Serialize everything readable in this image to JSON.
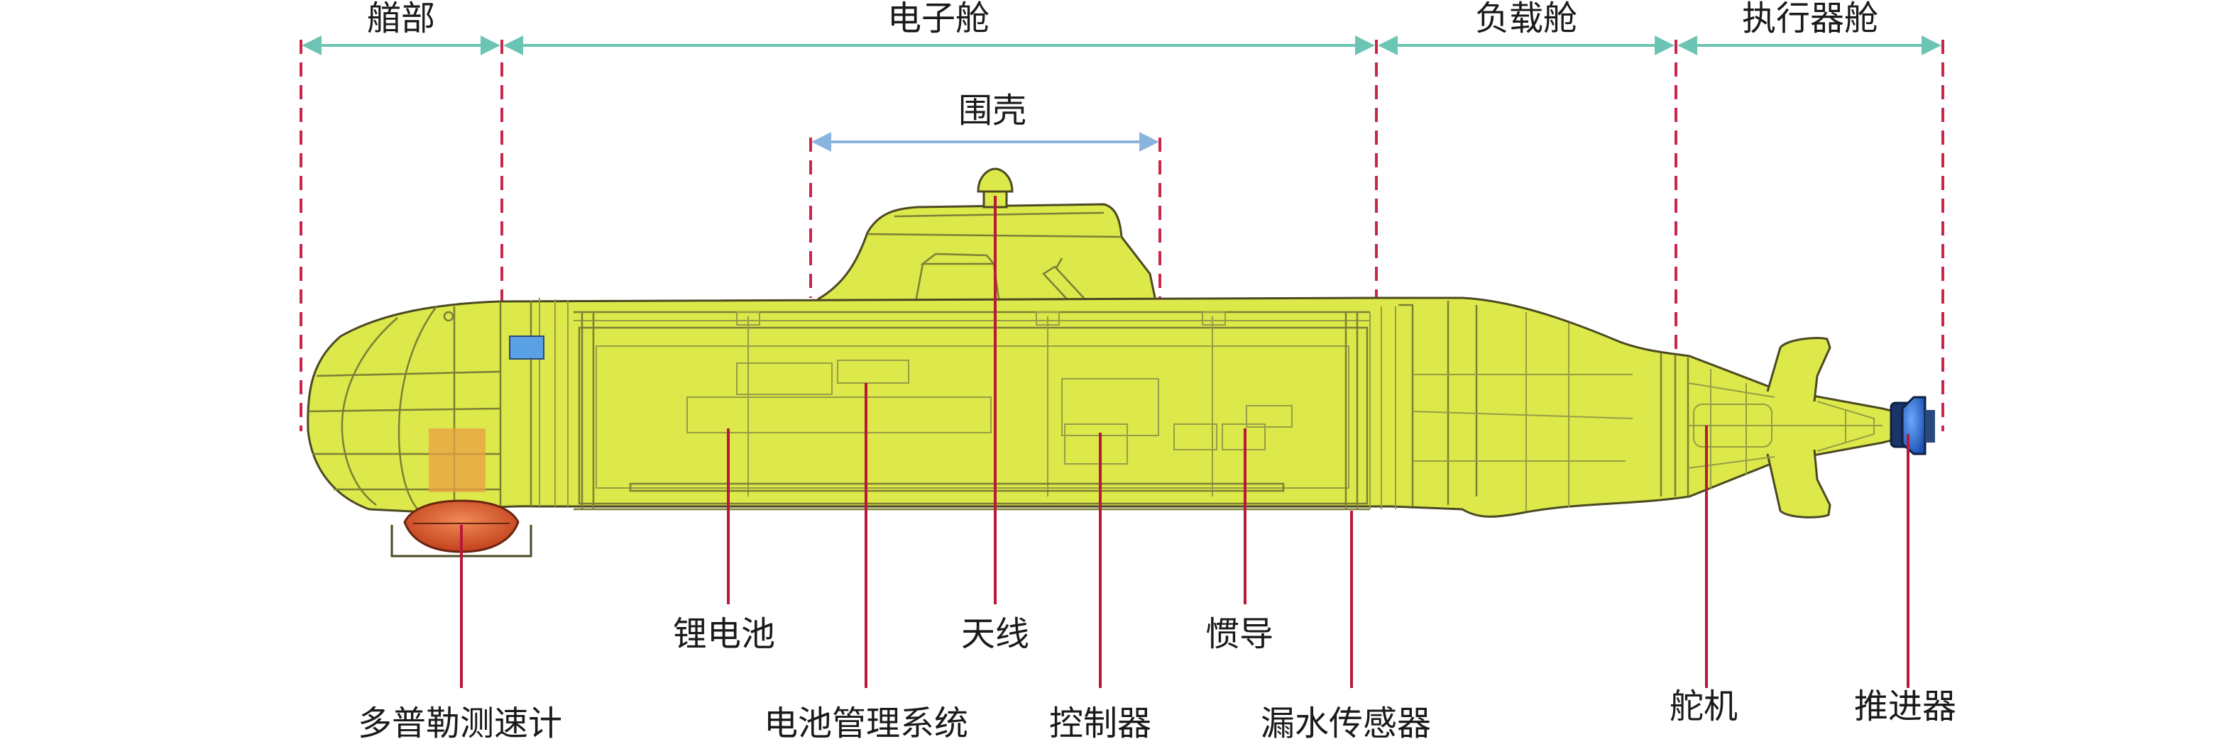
{
  "sections": {
    "bow": "艏部",
    "electronics": "电子舱",
    "payload": "负载舱",
    "actuator": "执行器舱",
    "sail": "围壳"
  },
  "components": {
    "lithium_battery": "锂电池",
    "antenna": "天线",
    "ins": "惯导",
    "doppler": "多普勒测速计",
    "bms": "电池管理系统",
    "controller": "控制器",
    "leak_sensor": "漏水传感器",
    "servo": "舵机",
    "thruster": "推进器"
  },
  "colors": {
    "hull": "#dde84a",
    "leader_lines": "#b8183a",
    "section_arrows": "#6cc4b4",
    "sail_arrow": "#8ab4dc",
    "doppler_sensor": "#e0572e",
    "thruster": "#2a62c8"
  }
}
